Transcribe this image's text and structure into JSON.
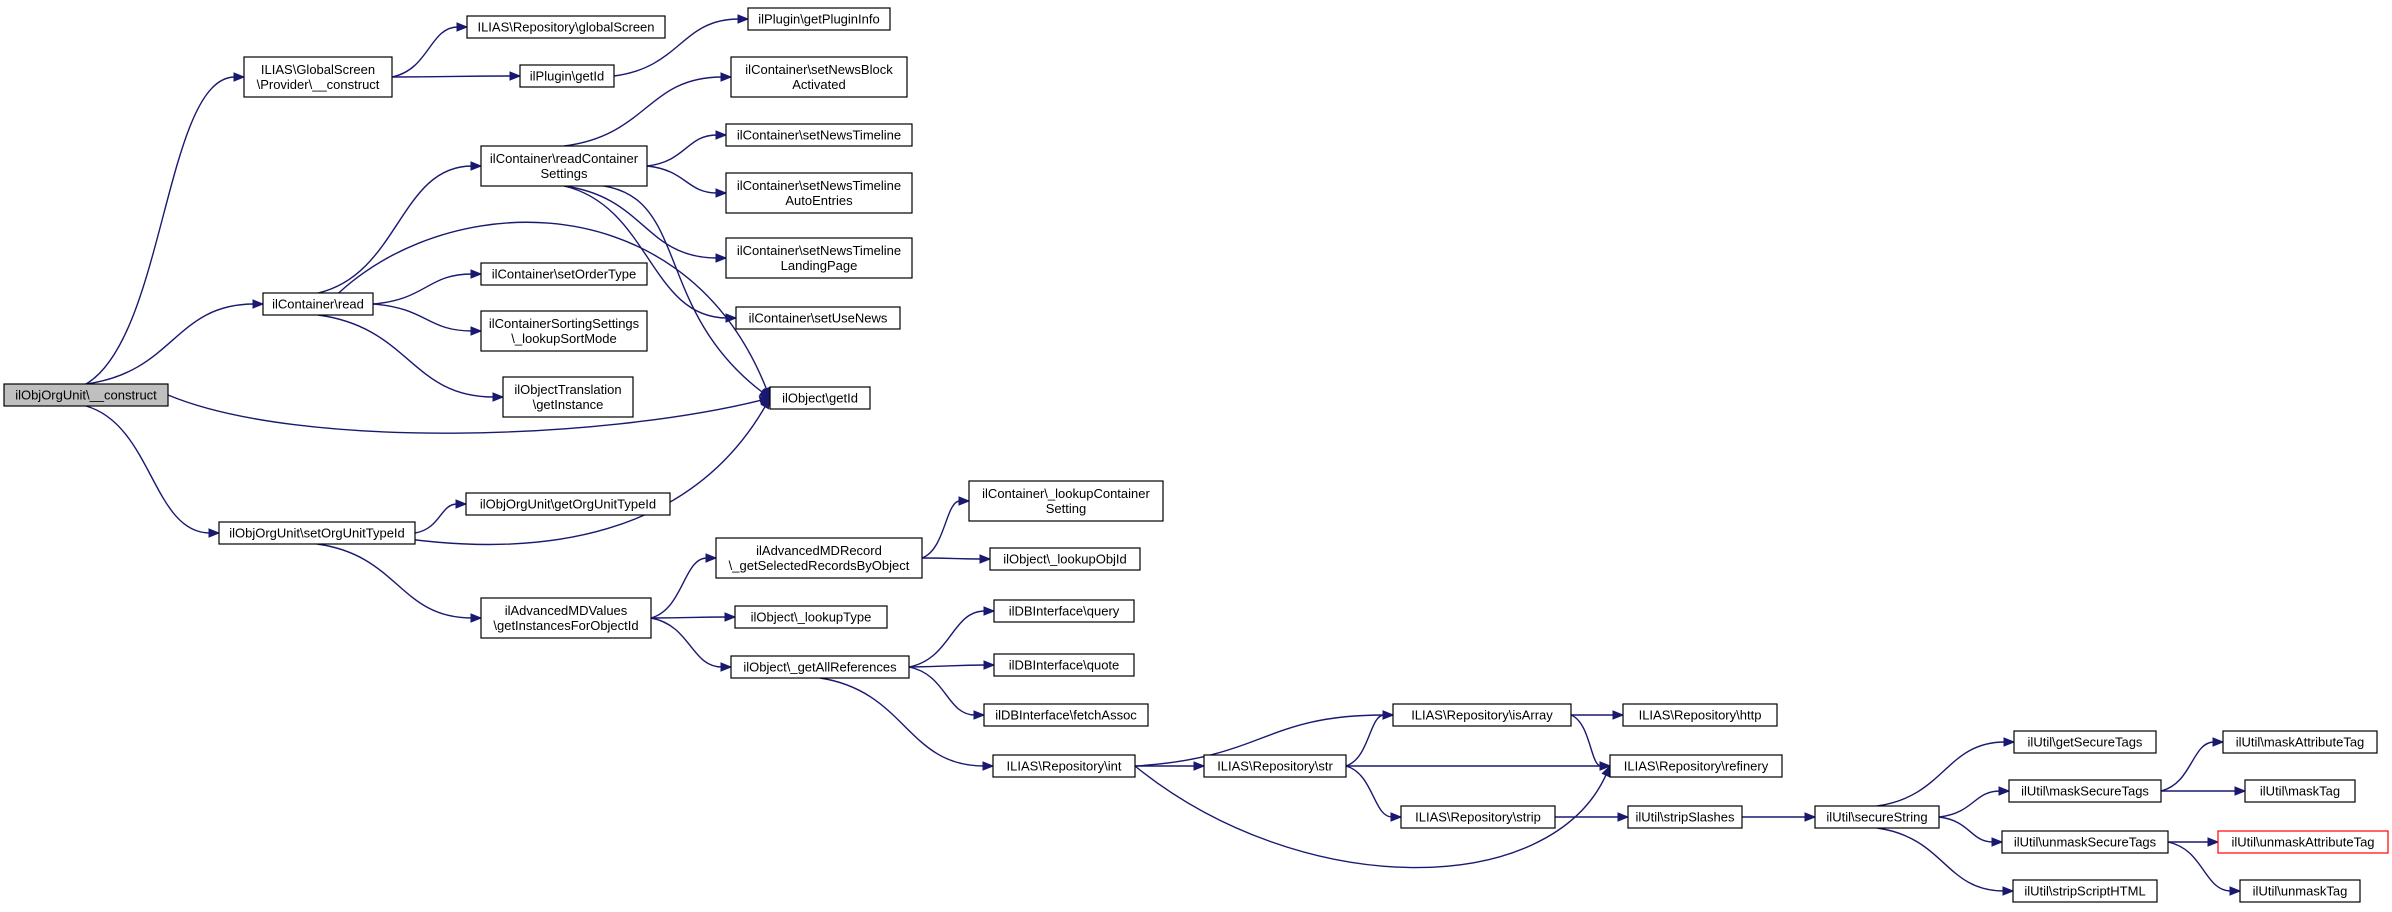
{
  "graph": {
    "nodes": [
      {
        "id": "root",
        "lines": [
          "ilObjOrgUnit\\__construct"
        ],
        "style": "root"
      },
      {
        "id": "gsprov",
        "lines": [
          "ILIAS\\GlobalScreen",
          "\\Provider\\__construct"
        ]
      },
      {
        "id": "globalscreen",
        "lines": [
          "ILIAS\\Repository\\globalScreen"
        ]
      },
      {
        "id": "plugingetid",
        "lines": [
          "ilPlugin\\getId"
        ]
      },
      {
        "id": "getplugininfo",
        "lines": [
          "ilPlugin\\getPluginInfo"
        ]
      },
      {
        "id": "readcs",
        "lines": [
          "ilContainer\\readContainer",
          "Settings"
        ]
      },
      {
        "id": "newsblock",
        "lines": [
          "ilContainer\\setNewsBlock",
          "Activated"
        ]
      },
      {
        "id": "newstimeline",
        "lines": [
          "ilContainer\\setNewsTimeline"
        ]
      },
      {
        "id": "newstimelineauto",
        "lines": [
          "ilContainer\\setNewsTimeline",
          "AutoEntries"
        ]
      },
      {
        "id": "newstimelinelanding",
        "lines": [
          "ilContainer\\setNewsTimeline",
          "LandingPage"
        ]
      },
      {
        "id": "usenews",
        "lines": [
          "ilContainer\\setUseNews"
        ]
      },
      {
        "id": "read",
        "lines": [
          "ilContainer\\read"
        ]
      },
      {
        "id": "setordertype",
        "lines": [
          "ilContainer\\setOrderType"
        ]
      },
      {
        "id": "sortmode",
        "lines": [
          "ilContainerSortingSettings",
          "\\_lookupSortMode"
        ]
      },
      {
        "id": "translation",
        "lines": [
          "ilObjectTranslation",
          "\\getInstance"
        ]
      },
      {
        "id": "objgetid",
        "lines": [
          "ilObject\\getId"
        ]
      },
      {
        "id": "setorgunittype",
        "lines": [
          "ilObjOrgUnit\\setOrgUnitTypeId"
        ]
      },
      {
        "id": "getorgunittype",
        "lines": [
          "ilObjOrgUnit\\getOrgUnitTypeId"
        ]
      },
      {
        "id": "lookupcs",
        "lines": [
          "ilContainer\\_lookupContainer",
          "Setting"
        ]
      },
      {
        "id": "amdrecord",
        "lines": [
          "ilAdvancedMDRecord",
          "\\_getSelectedRecordsByObject"
        ]
      },
      {
        "id": "lookupobjid",
        "lines": [
          "ilObject\\_lookupObjId"
        ]
      },
      {
        "id": "amdvalues",
        "lines": [
          "ilAdvancedMDValues",
          "\\getInstancesForObjectId"
        ]
      },
      {
        "id": "lookuptype",
        "lines": [
          "ilObject\\_lookupType"
        ]
      },
      {
        "id": "dbquery",
        "lines": [
          "ilDBInterface\\query"
        ]
      },
      {
        "id": "dbquote",
        "lines": [
          "ilDBInterface\\quote"
        ]
      },
      {
        "id": "getallrefs",
        "lines": [
          "ilObject\\_getAllReferences"
        ]
      },
      {
        "id": "fetchassoc",
        "lines": [
          "ilDBInterface\\fetchAssoc"
        ]
      },
      {
        "id": "int",
        "lines": [
          "ILIAS\\Repository\\int"
        ]
      },
      {
        "id": "str",
        "lines": [
          "ILIAS\\Repository\\str"
        ]
      },
      {
        "id": "isarray",
        "lines": [
          "ILIAS\\Repository\\isArray"
        ]
      },
      {
        "id": "http",
        "lines": [
          "ILIAS\\Repository\\http"
        ]
      },
      {
        "id": "refinery",
        "lines": [
          "ILIAS\\Repository\\refinery"
        ]
      },
      {
        "id": "strip",
        "lines": [
          "ILIAS\\Repository\\strip"
        ]
      },
      {
        "id": "stripslashes",
        "lines": [
          "ilUtil\\stripSlashes"
        ]
      },
      {
        "id": "securestring",
        "lines": [
          "ilUtil\\secureString"
        ]
      },
      {
        "id": "getsecuretags",
        "lines": [
          "ilUtil\\getSecureTags"
        ]
      },
      {
        "id": "masksecuretags",
        "lines": [
          "ilUtil\\maskSecureTags"
        ]
      },
      {
        "id": "unmasksecuretags",
        "lines": [
          "ilUtil\\unmaskSecureTags"
        ]
      },
      {
        "id": "stripscript",
        "lines": [
          "ilUtil\\stripScriptHTML"
        ]
      },
      {
        "id": "maskattr",
        "lines": [
          "ilUtil\\maskAttributeTag"
        ]
      },
      {
        "id": "masktag",
        "lines": [
          "ilUtil\\maskTag"
        ]
      },
      {
        "id": "unmaskattr",
        "lines": [
          "ilUtil\\unmaskAttributeTag"
        ],
        "style": "warn"
      },
      {
        "id": "unmasktag",
        "lines": [
          "ilUtil\\unmaskTag"
        ]
      }
    ],
    "edges": [
      [
        "root",
        "gsprov"
      ],
      [
        "root",
        "read"
      ],
      [
        "root",
        "objgetid"
      ],
      [
        "root",
        "setorgunittype"
      ],
      [
        "gsprov",
        "globalscreen"
      ],
      [
        "gsprov",
        "plugingetid"
      ],
      [
        "plugingetid",
        "getplugininfo"
      ],
      [
        "read",
        "readcs"
      ],
      [
        "read",
        "objgetid"
      ],
      [
        "read",
        "setordertype"
      ],
      [
        "read",
        "sortmode"
      ],
      [
        "read",
        "translation"
      ],
      [
        "readcs",
        "newsblock"
      ],
      [
        "readcs",
        "newstimeline"
      ],
      [
        "readcs",
        "newstimelineauto"
      ],
      [
        "readcs",
        "newstimelinelanding"
      ],
      [
        "readcs",
        "usenews"
      ],
      [
        "readcs",
        "objgetid"
      ],
      [
        "setorgunittype",
        "getorgunittype"
      ],
      [
        "setorgunittype",
        "objgetid"
      ],
      [
        "setorgunittype",
        "amdvalues"
      ],
      [
        "amdvalues",
        "amdrecord"
      ],
      [
        "amdvalues",
        "lookuptype"
      ],
      [
        "amdvalues",
        "getallrefs"
      ],
      [
        "amdrecord",
        "lookupcs"
      ],
      [
        "amdrecord",
        "lookupobjid"
      ],
      [
        "getallrefs",
        "dbquery"
      ],
      [
        "getallrefs",
        "dbquote"
      ],
      [
        "getallrefs",
        "fetchassoc"
      ],
      [
        "getallrefs",
        "int"
      ],
      [
        "int",
        "isarray"
      ],
      [
        "int",
        "str"
      ],
      [
        "int",
        "refinery"
      ],
      [
        "str",
        "isarray"
      ],
      [
        "str",
        "refinery"
      ],
      [
        "str",
        "strip"
      ],
      [
        "isarray",
        "http"
      ],
      [
        "isarray",
        "refinery"
      ],
      [
        "strip",
        "stripslashes"
      ],
      [
        "stripslashes",
        "securestring"
      ],
      [
        "securestring",
        "getsecuretags"
      ],
      [
        "securestring",
        "masksecuretags"
      ],
      [
        "securestring",
        "unmasksecuretags"
      ],
      [
        "securestring",
        "stripscript"
      ],
      [
        "masksecuretags",
        "maskattr"
      ],
      [
        "masksecuretags",
        "masktag"
      ],
      [
        "unmasksecuretags",
        "unmaskattr"
      ],
      [
        "unmasksecuretags",
        "unmasktag"
      ]
    ]
  }
}
